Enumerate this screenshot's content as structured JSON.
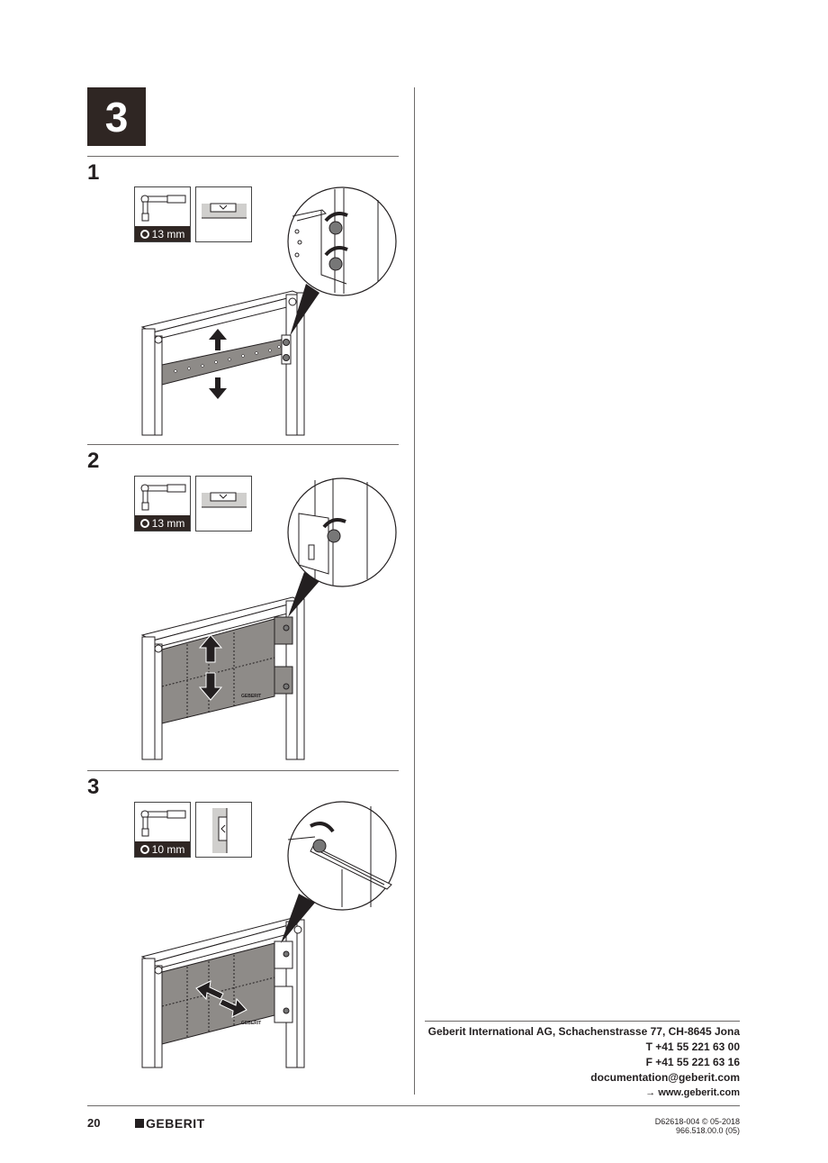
{
  "chapter": {
    "number": "3"
  },
  "steps": [
    {
      "number": "1",
      "tool": {
        "name": "socket-wrench",
        "size": "13 mm"
      },
      "second_tool": "spirit-level-horizontal",
      "motion": "up-down",
      "detail": "two-nuts-tighten"
    },
    {
      "number": "2",
      "tool": {
        "name": "socket-wrench",
        "size": "13 mm"
      },
      "second_tool": "spirit-level-horizontal",
      "motion": "up-down",
      "detail": "one-nut-tighten"
    },
    {
      "number": "3",
      "tool": {
        "name": "socket-wrench",
        "size": "10 mm"
      },
      "second_tool": "spirit-level-vertical",
      "motion": "left-right",
      "detail": "slot-nut-tighten"
    }
  ],
  "panel_brand": "GEBERIT",
  "contact": {
    "company": "Geberit International AG, Schachenstrasse 77, CH-8645 Jona",
    "phone": "T +41 55 221 63 00",
    "fax": "F +41 55 221 63 16",
    "email": "documentation@geberit.com",
    "website": "→ www.geberit.com"
  },
  "footer": {
    "page_number": "20",
    "logo": "GEBERIT",
    "doc_ref": "D62618-004 © 05-2018",
    "article_no": "966.518.00.0 (05)"
  }
}
